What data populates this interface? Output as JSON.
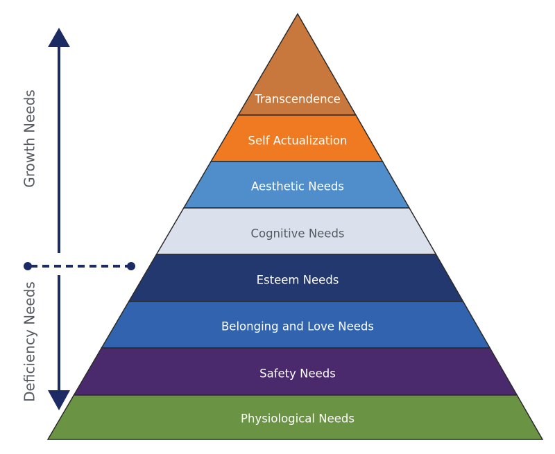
{
  "levels": [
    {
      "label": "Transcendence",
      "fill": "#C8783D",
      "text_color": "#ffffff"
    },
    {
      "label": "Self Actualization",
      "fill": "#F07A22",
      "text_color": "#ffffff"
    },
    {
      "label": "Aesthetic Needs",
      "fill": "#4F8DCB",
      "text_color": "#ffffff"
    },
    {
      "label": "Cognitive Needs",
      "fill": "#DAE1EC",
      "text_color": "#555a60"
    },
    {
      "label": "Esteem Needs",
      "fill": "#22386F",
      "text_color": "#ffffff"
    },
    {
      "label": "Belonging and Love Needs",
      "fill": "#3263AE",
      "text_color": "#ffffff"
    },
    {
      "label": "Safety Needs",
      "fill": "#4A2A6C",
      "text_color": "#ffffff"
    },
    {
      "label": "Physiological Needs",
      "fill": "#6A9444",
      "text_color": "#ffffff"
    }
  ],
  "side_labels": {
    "growth": "Growth Needs",
    "deficiency": "Deficiency Needs"
  },
  "arrow_color": "#1C2B63",
  "outline_color": "#2a2a2a"
}
